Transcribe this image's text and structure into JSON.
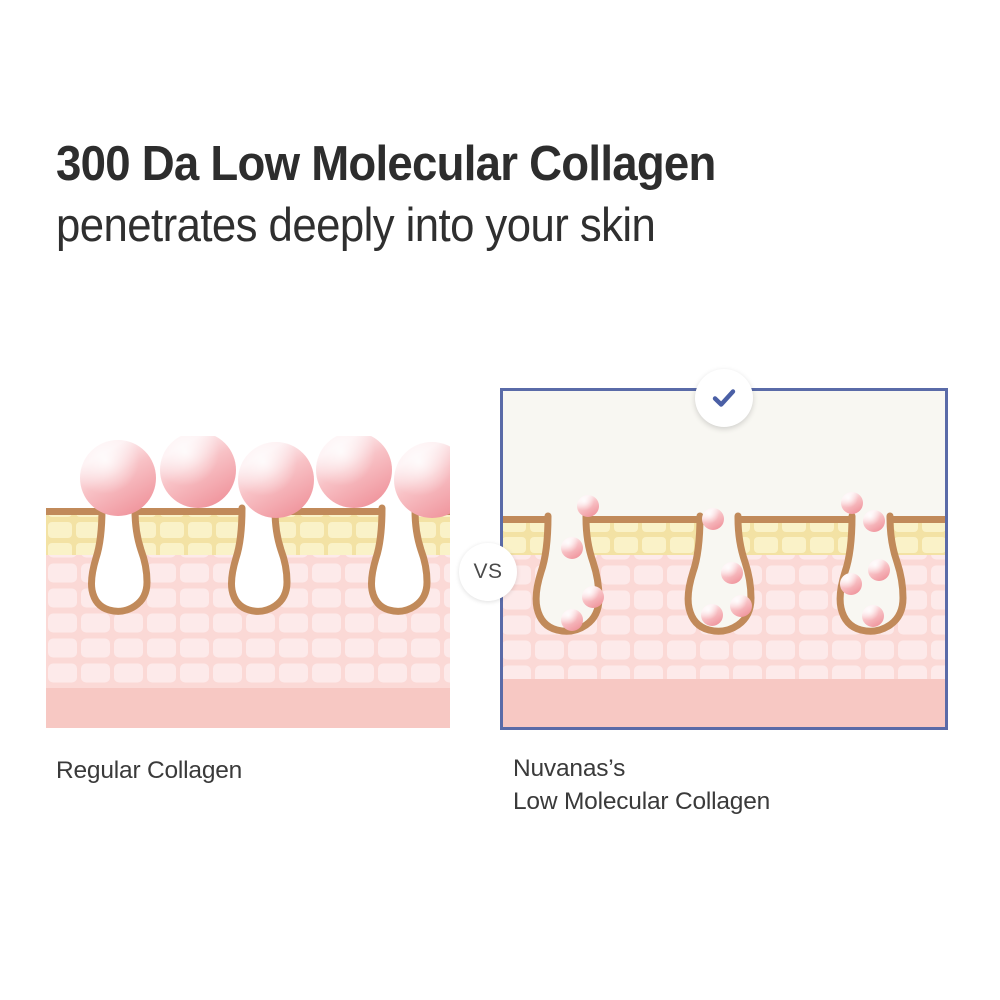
{
  "headline": {
    "line1": "300 Da Low Molecular Collagen",
    "line2": "penetrates deeply into your skin"
  },
  "comparison": {
    "vs_label": "VS",
    "check_icon": "check-icon",
    "left": {
      "caption": "Regular Collagen",
      "molecule_size": "large",
      "molecule_count": 5,
      "penetrates": false
    },
    "right": {
      "caption": "Nuvanas’s\nLow Molecular Collagen",
      "molecule_size": "small",
      "molecule_count": 14,
      "penetrates": true,
      "highlighted": true
    }
  },
  "colors": {
    "headline": "#2d2d2d",
    "caption": "#3a3a3a",
    "panel_border": "#5a6ba8",
    "panel_background": "#f8f7f2",
    "check": "#4a5fa5",
    "skin_surface_line": "#c18a5a",
    "epidermis_yellow": "#f8efc0",
    "epidermis_brick": "#f3e2a4",
    "dermis_pink": "#fbd9d6",
    "dermis_brick": "#fdeaea",
    "base_pink": "#f7c8c3",
    "molecule_pink": "#f4a6ac",
    "molecule_highlight": "#fde3e6",
    "pore_fill": "#fdfcf8"
  }
}
